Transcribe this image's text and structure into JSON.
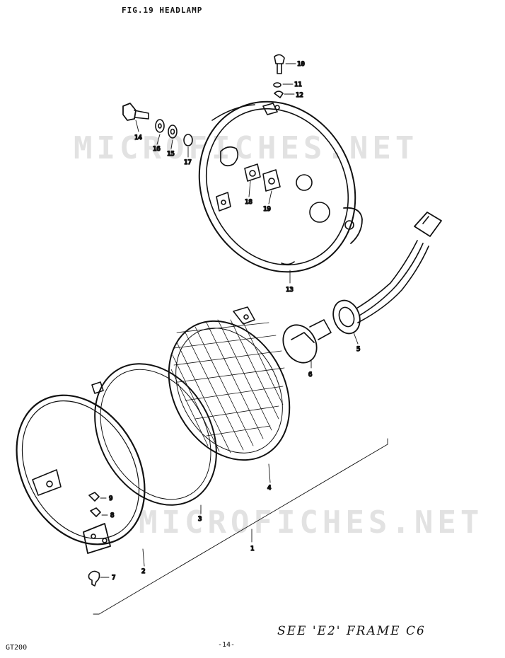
{
  "figure_title": "FIG.19  HEADLAMP",
  "model": "GT200",
  "page_number": "-14-",
  "frame_note": "SEE 'E2' FRAME  C6",
  "watermark": "MICROFICHES.NET",
  "labels": {
    "p1": "1",
    "p2": "2",
    "p3": "3",
    "p4": "4",
    "p5": "5",
    "p6": "6",
    "p7": "7",
    "p8": "8",
    "p9": "9",
    "p10": "10",
    "p11": "11",
    "p12": "12",
    "p13": "13",
    "p14": "14",
    "p15": "15",
    "p16": "16",
    "p17": "17",
    "p18": "18",
    "p19": "19"
  }
}
